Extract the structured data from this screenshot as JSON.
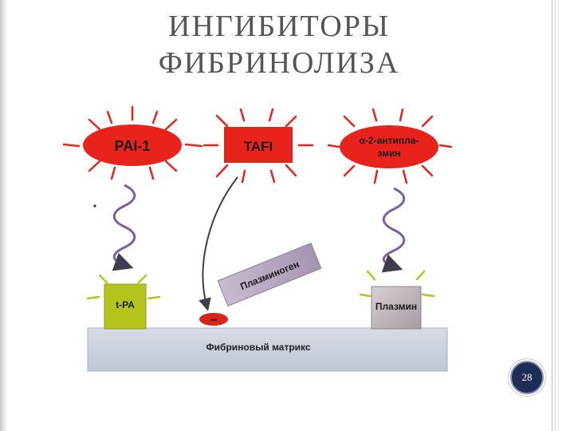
{
  "slide": {
    "title_line1": "ИНГИБИТОРЫ",
    "title_line2": "ФИБРИНОЛИЗА",
    "page_number": "28"
  },
  "diagram": {
    "inhibitors": {
      "pai1": "PAI-1",
      "tafi": "TAFI",
      "antiplasmin_line1": "α-2-антипла-",
      "antiplasmin_line2": "змин"
    },
    "targets": {
      "tpa": "t-PA",
      "plasmin": "Плазмин",
      "plasminogen": "Плазминоген"
    },
    "minus_sign": "–",
    "matrix_label": "Фибриновый матрикс",
    "colors": {
      "inhibitor_red": "#e8231c",
      "tpa_yellow_green": "#b4c41d",
      "plasmin_grey": "#b8b0b6",
      "plasminogen_lilac": "#b3a5bd",
      "matrix_grey_blue": "#c3cad9",
      "wavy_purple": "#7d5ca8"
    }
  }
}
